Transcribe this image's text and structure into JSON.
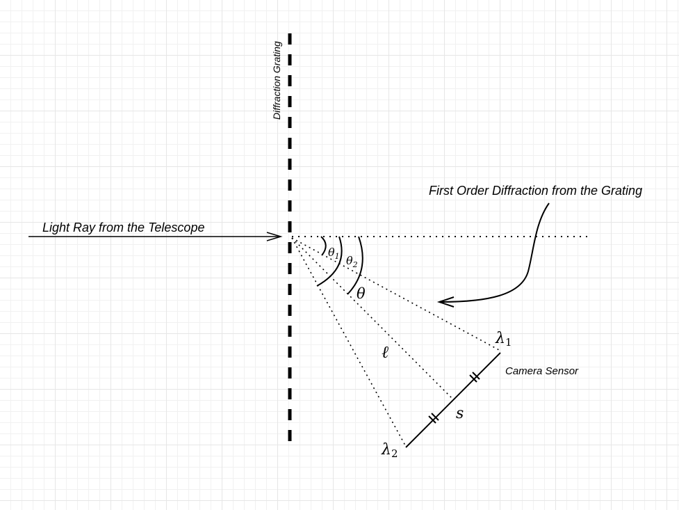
{
  "labels": {
    "grating": "Diffraction Grating",
    "light_ray": "Light Ray from the Telescope",
    "first_order": "First Order Diffraction from the Grating",
    "camera_sensor": "Camera Sensor"
  },
  "symbols": {
    "theta1_base": "θ",
    "theta1_sub": "1",
    "theta2_base": "θ",
    "theta2_sub": "2",
    "theta": "θ",
    "ell": "ℓ",
    "s": "s",
    "lambda1_base": "λ",
    "lambda1_sub": "1",
    "lambda2_base": "λ",
    "lambda2_sub": "2"
  }
}
